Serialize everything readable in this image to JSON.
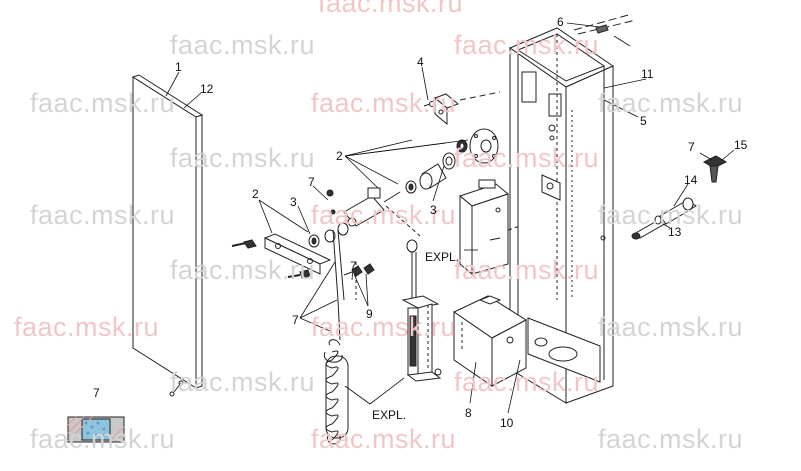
{
  "watermark": {
    "text": "faac.msk.ru",
    "gray_color": "#d4d4d4",
    "red_color": "#f2c6c6"
  },
  "labels": {
    "n1": "1",
    "n2": "2",
    "n3": "3",
    "n4": "4",
    "n5": "5",
    "n6": "6",
    "n7": "7",
    "n8": "8",
    "n9": "9",
    "n10": "10",
    "n11": "11",
    "n12": "12",
    "n13": "13",
    "n14": "14",
    "n15": "15",
    "expl": "EXPL."
  },
  "colors": {
    "line": "#222222",
    "swatch_gray": "#c9c9c9",
    "swatch_blue": "#8fc4de",
    "swatch_red": "#e0a1a1"
  }
}
